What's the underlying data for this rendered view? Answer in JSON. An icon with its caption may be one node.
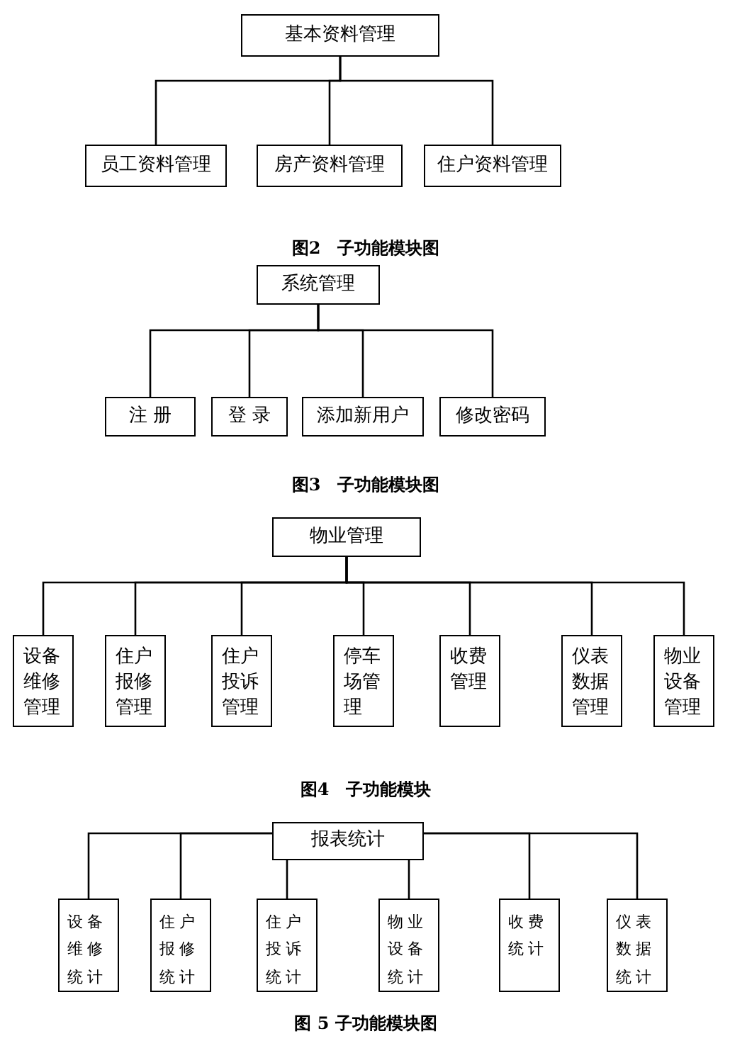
{
  "diagram": {
    "nodes": [
      {
        "text": [
          "基本资料管理"
        ]
      },
      {
        "text": [
          "员工资料管理"
        ]
      },
      {
        "text": [
          "房产资料管理"
        ]
      },
      {
        "text": [
          "住户资料管理"
        ]
      },
      {
        "text": [
          "系统管理"
        ]
      },
      {
        "text": [
          "注 册"
        ]
      },
      {
        "text": [
          "登 录"
        ]
      },
      {
        "text": [
          "添加新用户"
        ]
      },
      {
        "text": [
          "修改密码"
        ]
      },
      {
        "text": [
          "物业管理"
        ]
      },
      {
        "text": [
          "设备维修管理"
        ]
      },
      {
        "text": [
          "住户报修管理"
        ]
      },
      {
        "text": [
          "住户投诉管理"
        ]
      },
      {
        "text": [
          "停车场管理"
        ]
      },
      {
        "text": [
          "收费管理"
        ]
      },
      {
        "text": [
          "仪表数据管理"
        ]
      },
      {
        "text": [
          "物业设备管理"
        ]
      },
      {
        "text": [
          "报表统计"
        ]
      },
      {
        "text": [
          "设备维修统计"
        ]
      },
      {
        "text": [
          "住户报修统计"
        ]
      },
      {
        "text": [
          "住户投诉统计"
        ]
      },
      {
        "text": [
          "物业设备统计"
        ]
      },
      {
        "text": [
          "收费统计"
        ]
      },
      {
        "text": [
          "仪表数据统计"
        ]
      }
    ],
    "edges": [
      {
        "from": 0,
        "to": 1,
        "arrow": "none"
      },
      {
        "from": 0,
        "to": 2,
        "arrow": "none"
      },
      {
        "from": 0,
        "to": 3,
        "arrow": "none"
      },
      {
        "from": 4,
        "to": 5,
        "arrow": "none"
      },
      {
        "from": 4,
        "to": 6,
        "arrow": "none"
      },
      {
        "from": 4,
        "to": 7,
        "arrow": "none"
      },
      {
        "from": 4,
        "to": 8,
        "arrow": "none"
      },
      {
        "from": 9,
        "to": 10,
        "arrow": "none"
      },
      {
        "from": 9,
        "to": 11,
        "arrow": "none"
      },
      {
        "from": 9,
        "to": 12,
        "arrow": "none"
      },
      {
        "from": 9,
        "to": 13,
        "arrow": "none"
      },
      {
        "from": 9,
        "to": 14,
        "arrow": "none"
      },
      {
        "from": 9,
        "to": 15,
        "arrow": "none"
      },
      {
        "from": 9,
        "to": 16,
        "arrow": "none"
      },
      {
        "from": 17,
        "to": 18,
        "arrow": "none"
      },
      {
        "from": 17,
        "to": 19,
        "arrow": "none"
      },
      {
        "from": 17,
        "to": 20,
        "arrow": "none"
      },
      {
        "from": 17,
        "to": 21,
        "arrow": "none"
      },
      {
        "from": 17,
        "to": 22,
        "arrow": "none"
      },
      {
        "from": 17,
        "to": 23,
        "arrow": "none"
      }
    ],
    "labels": [
      "图2　子功能模块图",
      "图3　子功能模块图",
      "图4　子功能模块",
      "图 5 子功能模块图"
    ]
  }
}
